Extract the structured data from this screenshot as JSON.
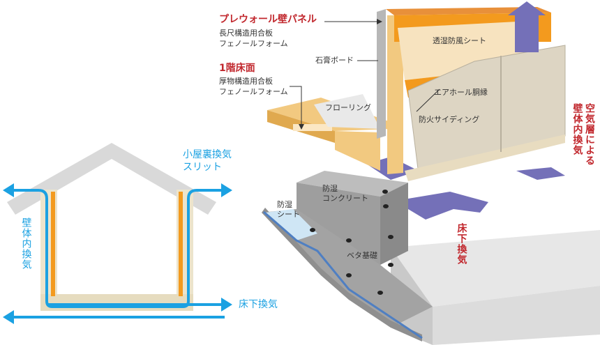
{
  "labels": {
    "panel_title": "プレウォール壁パネル",
    "panel_line1": "長尺構造用合板",
    "panel_line2": "フェノールフォーム",
    "floor_title": "1階床面",
    "floor_line1": "厚物構造用合板",
    "floor_line2": "フェノールフォーム",
    "plasterboard": "石膏ボード",
    "flooring": "フローリング",
    "breather": "透湿防風シート",
    "air_batten": "エアホール胴縁",
    "siding": "防火サイディング",
    "dampproof_concrete": "防湿\nコンクリート",
    "dampproof_sheet": "防湿\nシート",
    "mat_foundation": "ベタ基礎",
    "wall_air_vertical": "空気層による\n壁体内換気",
    "underfloor_vent_vertical": "床下換気",
    "attic_slit": "小屋裏換気\nスリット",
    "wall_vent_house": "壁体内換気",
    "underfloor_vent_house": "床下換気"
  },
  "colors": {
    "accent_red": "#c1272d",
    "accent_blue": "#1ba1e2",
    "arrow_purple": "#7470b8",
    "foam_orange": "#f39a1e",
    "plywood": "#f2c980",
    "concrete": "#a9a9a9"
  }
}
